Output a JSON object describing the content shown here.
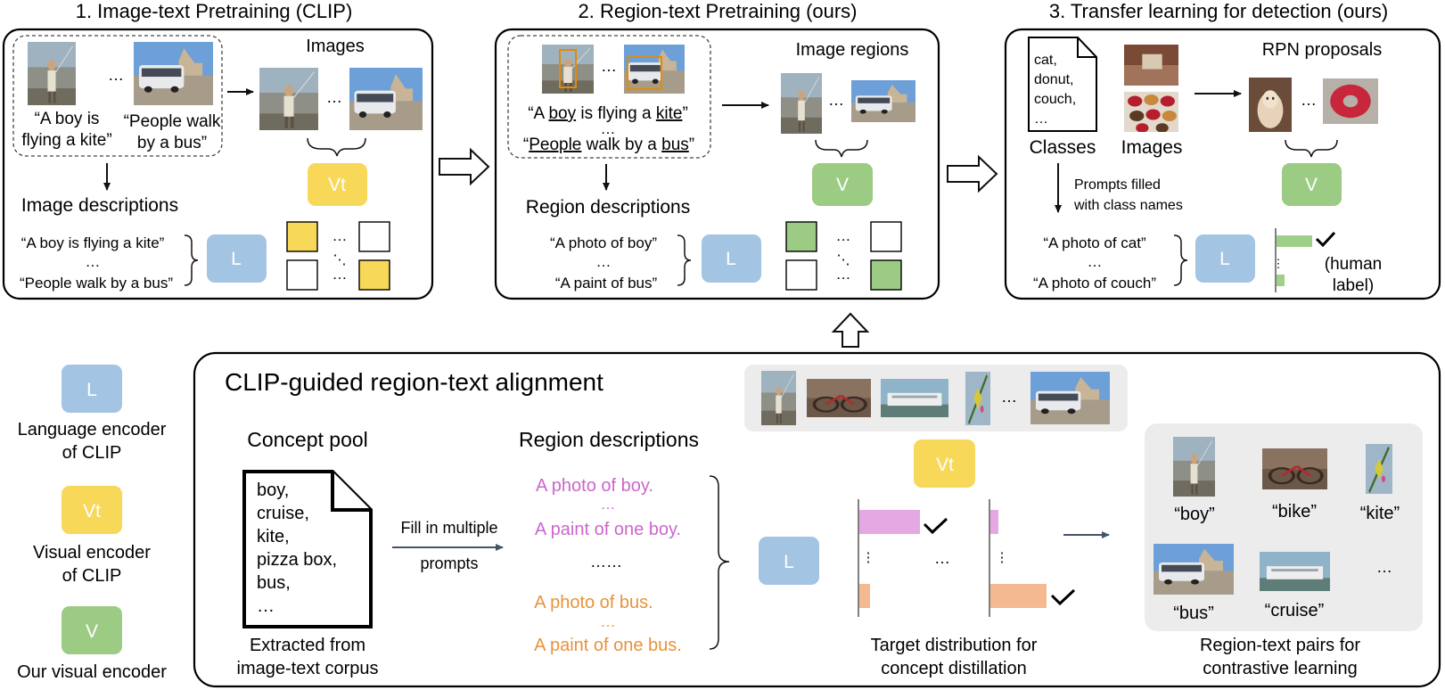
{
  "colors": {
    "language_encoder": "#a4c4e4",
    "clip_visual_encoder": "#f8d858",
    "our_visual_encoder": "#9ccb84",
    "purple_text": "#cc66cc",
    "orange_text": "#e8923a",
    "purple_bar": "#e5a8e2",
    "orange_bar": "#f4b990",
    "green_bar": "#9fd08a",
    "panel_gray": "#ececec"
  },
  "panel1": {
    "title": "1. Image-text Pretraining (CLIP)",
    "caption_a": [
      "“A boy is",
      "flying a kite”"
    ],
    "caption_b": [
      "“People walk",
      "by a bus”"
    ],
    "dots": "…",
    "images_label": "Images",
    "descriptions_label": "Image descriptions",
    "desc_first": "“A boy is flying a kite”",
    "desc_ellipsis": "…",
    "desc_last": "“People walk by a bus”",
    "encoder_v": "Vt",
    "encoder_l": "L"
  },
  "panel2": {
    "title": "2. Region-text Pretraining (ours)",
    "caption_a": {
      "p1": "“A ",
      "u1": "boy",
      "p2": " is flying a ",
      "u2": "kite",
      "p3": "”"
    },
    "caption_b": {
      "p1": "“",
      "u1": "People",
      "p2": " walk by a ",
      "u2": "bus",
      "p3": "”"
    },
    "caption_ellipsis": "…",
    "regions_label": "Image regions",
    "descriptions_label": "Region descriptions",
    "desc_first": "“A photo of boy”",
    "desc_ellipsis": "…",
    "desc_last": "“A paint of bus”",
    "encoder_v": "V",
    "encoder_l": "L"
  },
  "panel3": {
    "title": "3. Transfer learning for detection (ours)",
    "classes_doc": [
      "cat,",
      "donut,",
      "couch,",
      "…"
    ],
    "classes_label": "Classes",
    "images_label": "Images",
    "rpn_label": "RPN proposals",
    "prompts_note": [
      "Prompts filled",
      "with class names"
    ],
    "desc_first": "“A photo of cat”",
    "desc_ellipsis": "…",
    "desc_last": "“A photo of couch”",
    "human_label": [
      "(human",
      "label)"
    ],
    "encoder_v": "V",
    "encoder_l": "L"
  },
  "legend": {
    "l_letter": "L",
    "l_name": [
      "Language encoder",
      "of CLIP"
    ],
    "vt_letter": "Vt",
    "vt_name": [
      "Visual encoder",
      "of CLIP"
    ],
    "v_letter": "V",
    "v_name": "Our visual encoder"
  },
  "bottom": {
    "title": "CLIP-guided region-text alignment",
    "concept_pool_label": "Concept pool",
    "concept_doc": [
      "boy,",
      "cruise,",
      "kite,",
      "pizza box,",
      "bus,",
      "…"
    ],
    "extracted_caption": [
      "Extracted from",
      "image-text corpus"
    ],
    "fill_prompts": [
      "Fill in multiple",
      "prompts"
    ],
    "region_desc_label": "Region descriptions",
    "purple_prompts": [
      "A photo of boy.",
      "…",
      "A paint of one boy."
    ],
    "middle_dots": "……",
    "orange_prompts": [
      "A photo of bus.",
      "…",
      "A paint of one bus."
    ],
    "encoder_l": "L",
    "encoder_vt": "Vt",
    "strip_dots": "…",
    "dist_dots": "…",
    "target_caption": [
      "Target distribution for",
      "concept distillation"
    ],
    "pair_labels": [
      "“boy”",
      "“bike”",
      "“kite”",
      "“bus”",
      "“cruise”"
    ],
    "pairs_dots": "…",
    "pairs_caption": [
      "Region-text pairs for",
      "contrastive learning"
    ]
  }
}
